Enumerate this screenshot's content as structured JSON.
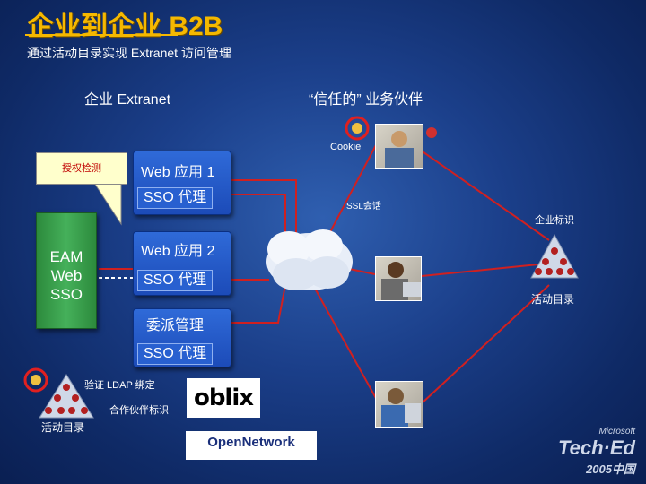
{
  "header": {
    "title": "企业到企业 B2B",
    "subtitle": "通过活动目录实现 Extranet 访问管理"
  },
  "sections": {
    "left": "企业 Extranet",
    "right": "“信任的” 业务伙伴"
  },
  "callout": "授权检测",
  "eam": {
    "line1": "EAM",
    "line2": "Web",
    "line3": "SSO"
  },
  "apps": [
    {
      "name": "Web 应用 1",
      "sso": "SSO 代理"
    },
    {
      "name": "Web 应用 2",
      "sso": "SSO 代理"
    },
    {
      "name": "委派管理",
      "sso": "SSO 代理"
    }
  ],
  "labels": {
    "cookie": "Cookie",
    "ssl": "SSL会话",
    "corp_id": "企业标识",
    "ad_right": "活动目录",
    "ldap": "验证 LDAP 绑定",
    "partner_id": "合作伙伴标识",
    "ad_left": "活动目录"
  },
  "logos": {
    "oblix": "oblix",
    "opennetwork": "OpenNetwork"
  },
  "brand": {
    "top": "Microsoft",
    "main": "Tech·Ed",
    "year": "2005中国"
  },
  "colors": {
    "title": "#f5b800",
    "eam": "#3da04f",
    "app": "#2860d0",
    "link": "#d02020"
  }
}
